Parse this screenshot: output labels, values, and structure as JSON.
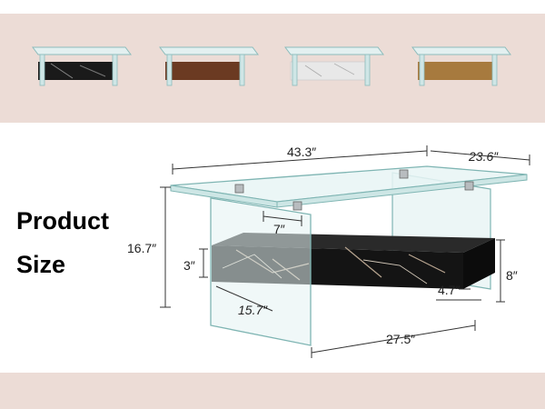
{
  "colors": {
    "band": "#ecdcd6",
    "glass": "#d9ecec",
    "glass_edge": "#7fb5b3",
    "marble_black": "#1a1a1a",
    "walnut": "#6b3a22",
    "white_marble": "#e8e8e8",
    "oak": "#a77a3e",
    "dimension_line": "#333333"
  },
  "variants": [
    {
      "finish": "black-marble",
      "color": "#1a1a1a"
    },
    {
      "finish": "walnut",
      "color": "#6b3a22"
    },
    {
      "finish": "white-marble",
      "color": "#e8e8e8"
    },
    {
      "finish": "oak",
      "color": "#a77a3e"
    }
  ],
  "heading": {
    "line1": "Product",
    "line2": "Size"
  },
  "dimensions": {
    "length": "43.3″",
    "depth": "23.6″",
    "height": "16.7″",
    "shelf_thickness": "3″",
    "shelf_height": "8″",
    "glass_gap": "7″",
    "shelf_depth": "15.7″",
    "shelf_inset": "4.7″",
    "leg_span": "27.5″"
  }
}
